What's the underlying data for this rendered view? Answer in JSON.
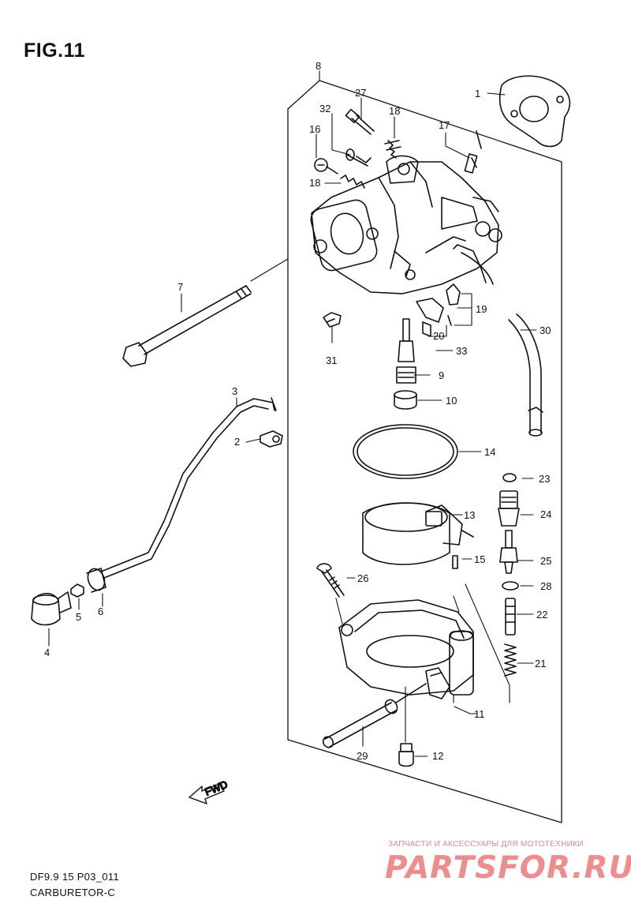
{
  "figure": {
    "title": "FIG.11"
  },
  "footer": {
    "code": "DF9.9 15 P03_011",
    "name": "CARBURETOR-C"
  },
  "watermark": {
    "tagline": "ЗАПЧАСТИ И АКСЕССУАРЫ ДЛЯ МОТОТЕХНИКИ",
    "brand": "PARTSFOR.RU",
    "color": "#ef8d8d"
  },
  "forward_marker": {
    "label": "FWD"
  },
  "callouts": {
    "c1": "1",
    "c2": "2",
    "c3": "3",
    "c4": "4",
    "c5": "5",
    "c6": "6",
    "c7": "7",
    "c8": "8",
    "c9": "9",
    "c10": "10",
    "c11": "11",
    "c12": "12",
    "c13": "13",
    "c14": "14",
    "c15": "15",
    "c16": "16",
    "c17": "17",
    "c18a": "18",
    "c18b": "18",
    "c19": "19",
    "c20": "20",
    "c21": "21",
    "c22": "22",
    "c23": "23",
    "c24": "24",
    "c25": "25",
    "c26": "26",
    "c27": "27",
    "c28": "28",
    "c29": "29",
    "c30": "30",
    "c31": "31",
    "c32": "32",
    "c33": "33"
  }
}
